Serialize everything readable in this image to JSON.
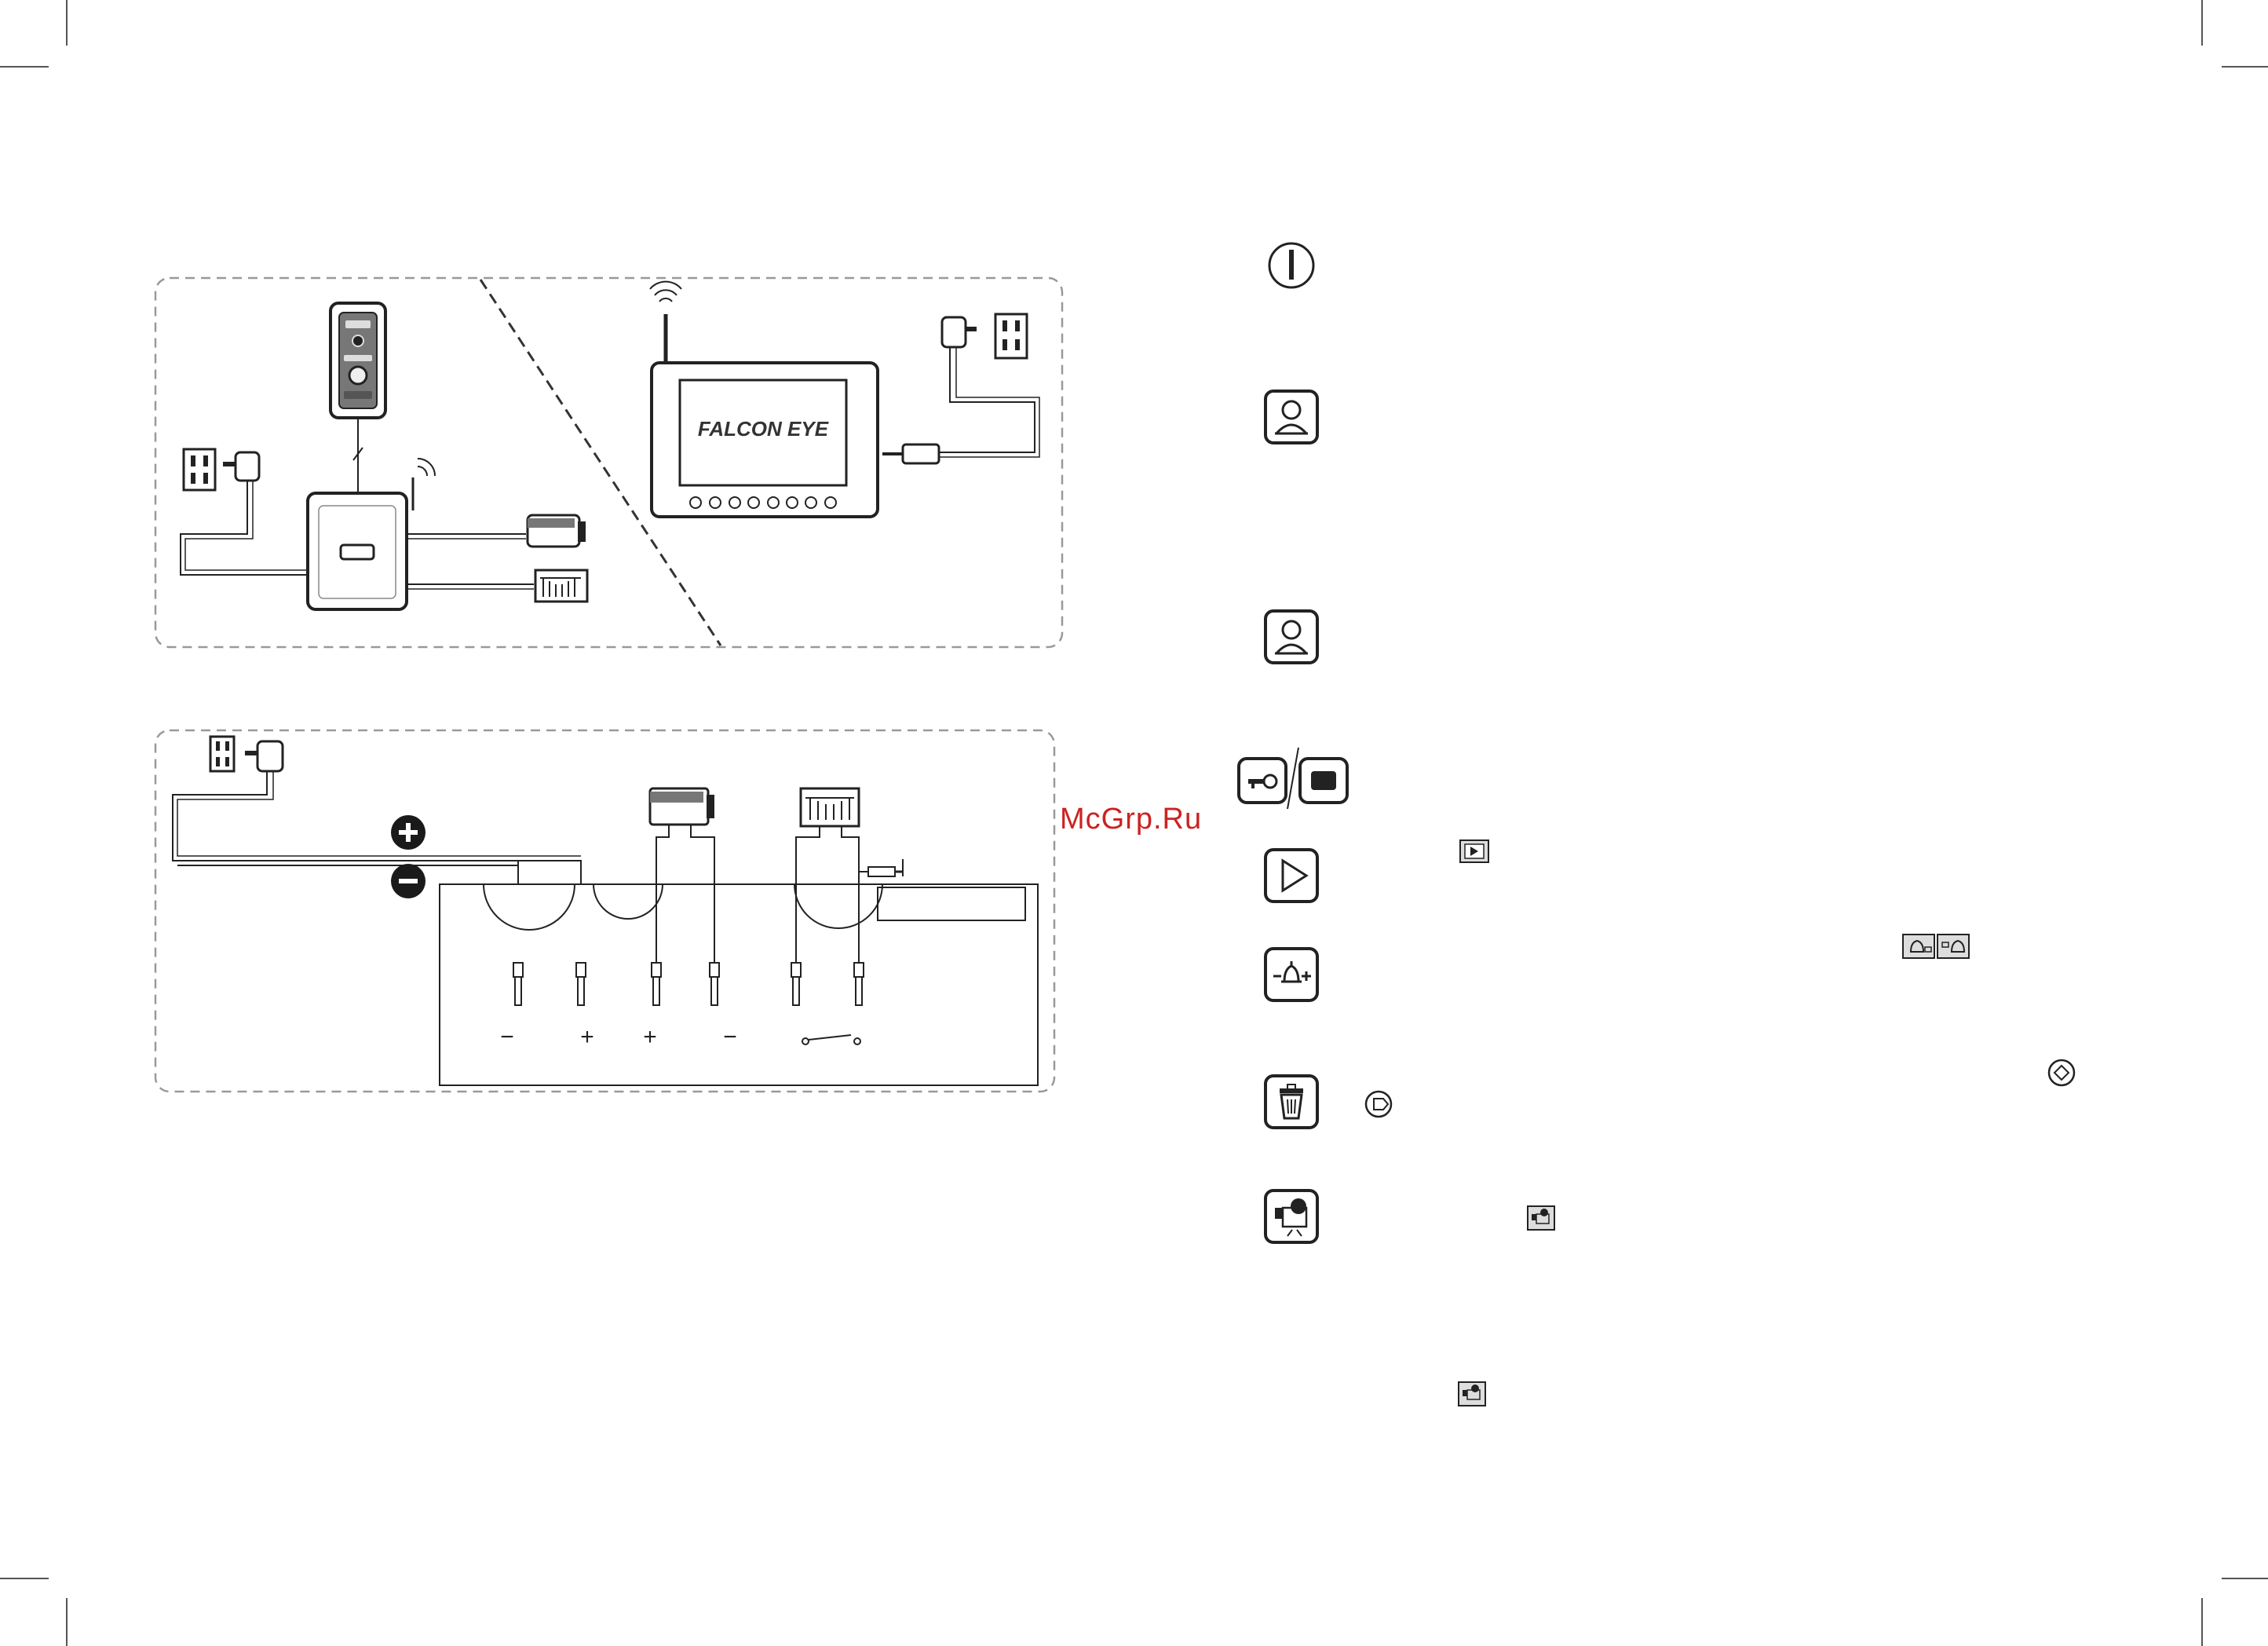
{
  "watermark": {
    "text": "McGrp.Ru",
    "color": "#cc2222"
  },
  "monitor": {
    "brand": "FALCON EYE"
  },
  "wiring": {
    "terminal_labels": [
      "−",
      "+",
      "+",
      "−",
      "NO switch"
    ],
    "polarity": {
      "plus": "+",
      "minus": "−"
    }
  },
  "icons": [
    {
      "name": "power-icon"
    },
    {
      "name": "intercom-user-icon"
    },
    {
      "name": "monitor-user-icon"
    },
    {
      "name": "unlock-key-icon"
    },
    {
      "name": "gate-icon"
    },
    {
      "name": "play-icon"
    },
    {
      "name": "volume-chime-icon"
    },
    {
      "name": "delete-trash-icon"
    },
    {
      "name": "camera-record-icon"
    }
  ],
  "inline_icons": [
    {
      "name": "playback-small-icon"
    },
    {
      "name": "chime-minus-small-icon"
    },
    {
      "name": "chime-plus-small-icon"
    },
    {
      "name": "nav-up-small-icon"
    },
    {
      "name": "nav-right-small-icon"
    },
    {
      "name": "camera-small-icon"
    },
    {
      "name": "camera-small-icon-2"
    }
  ]
}
